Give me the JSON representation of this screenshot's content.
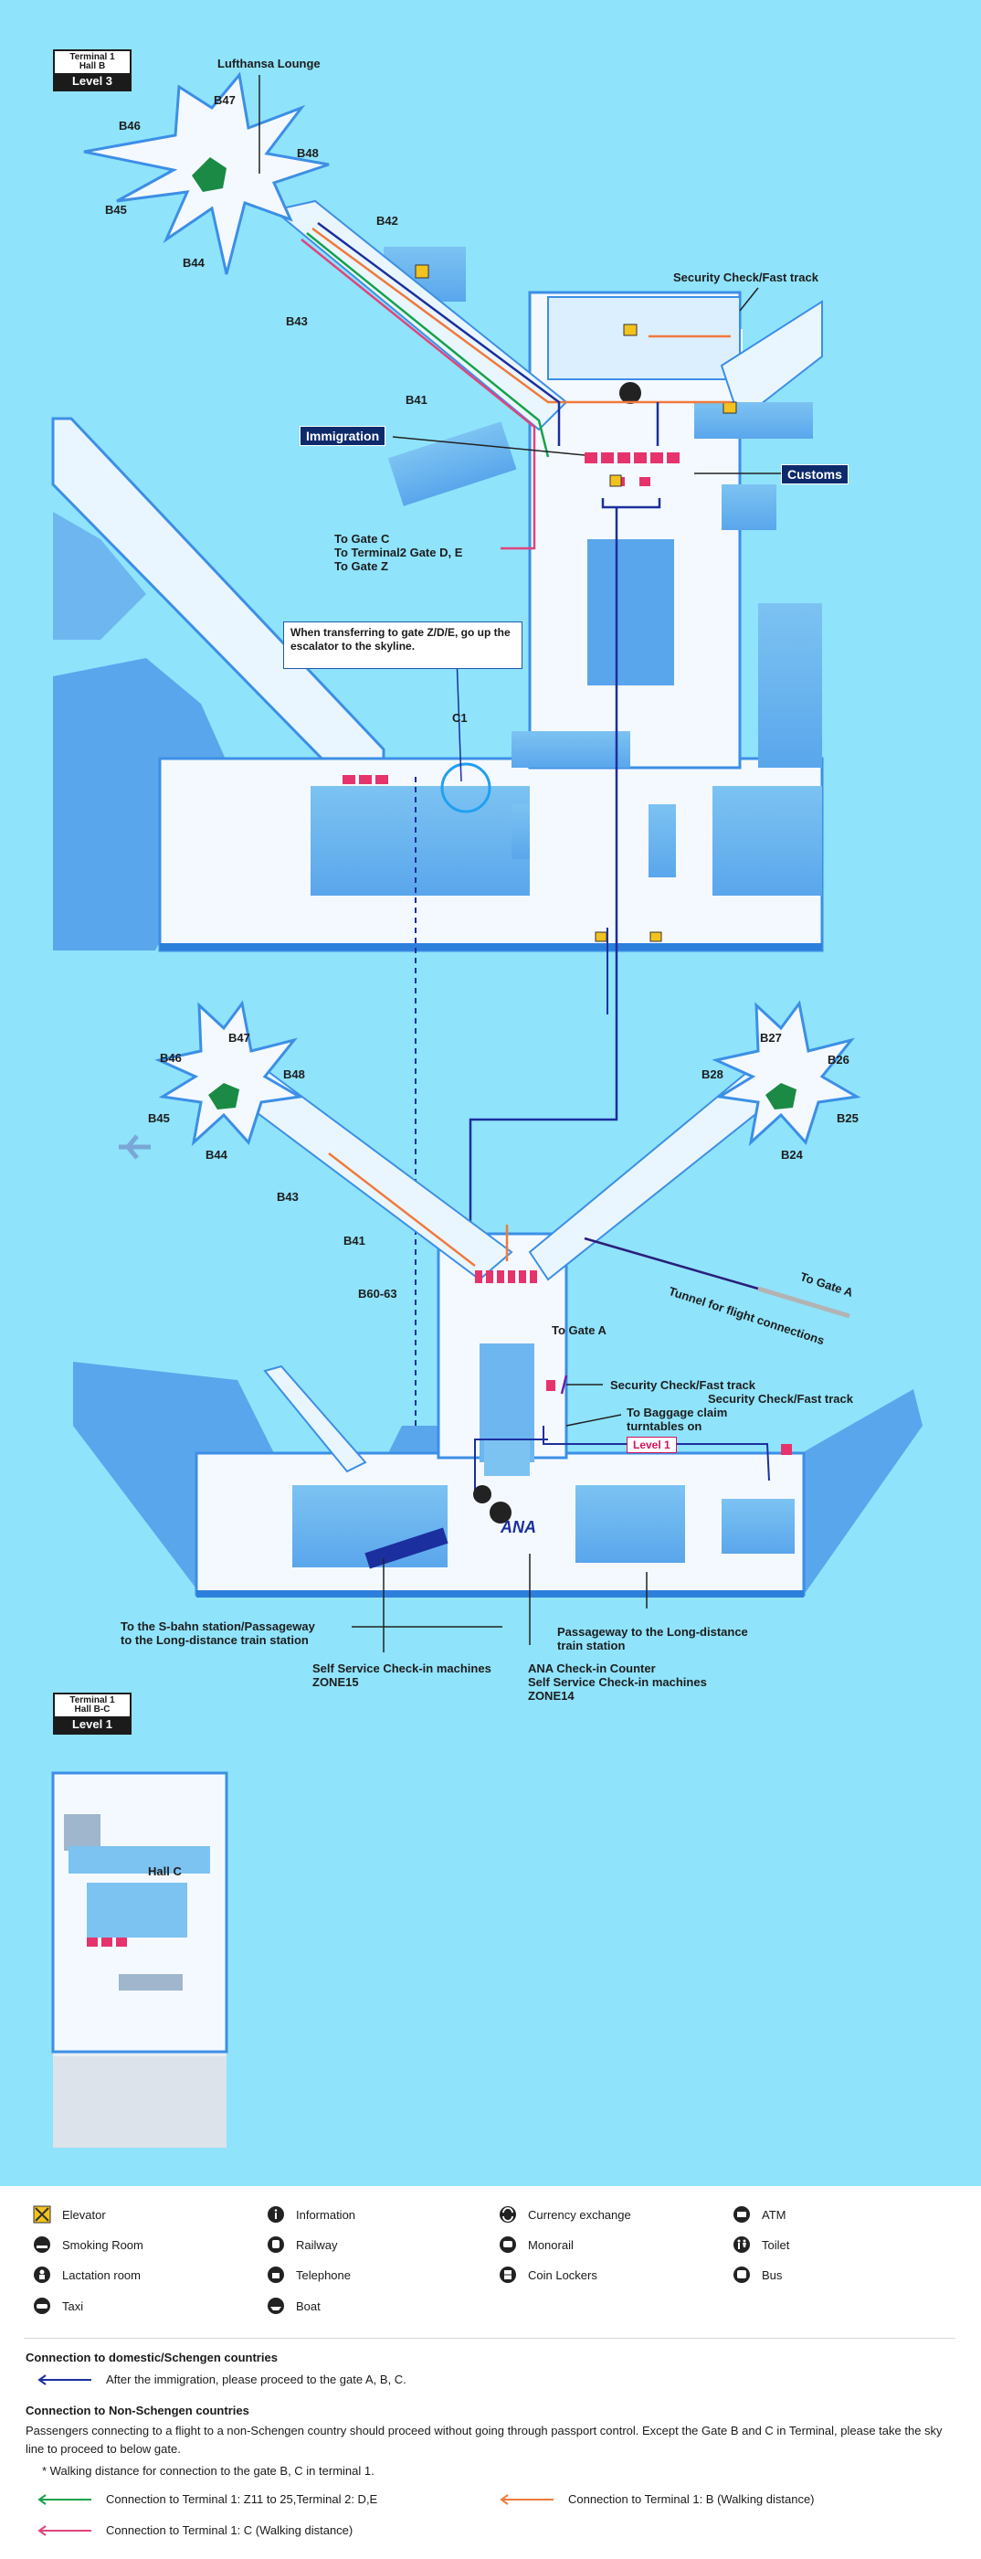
{
  "level3": {
    "badge_top": "Terminal 1\nHall B",
    "badge_level": "Level 3",
    "lounge": "Lufthansa Lounge",
    "gates": [
      "B47",
      "B46",
      "B48",
      "B45",
      "B44",
      "B42",
      "B43",
      "B41",
      "C1"
    ],
    "security": "Security Check/Fast track",
    "immigration": "Immigration",
    "customs": "Customs",
    "to_gates": "To Gate C\nTo Terminal2 Gate D, E\nTo Gate Z",
    "note": "When transferring to gate Z/D/E, go up the escalator to the skyline."
  },
  "level1": {
    "gates_left": [
      "B47",
      "B46",
      "B48",
      "B45",
      "B44",
      "B43",
      "B41",
      "B60-63"
    ],
    "gates_right": [
      "B27",
      "B28",
      "B26",
      "B25",
      "B24"
    ],
    "to_gate_a_right": "To Gate A",
    "tunnel": "Tunnel for flight connections",
    "to_gate_a": "To Gate A",
    "security1": "Security Check/Fast track",
    "security2": "Security Check/Fast track",
    "baggage": "To Baggage claim\nturntables on",
    "level1_tag": "Level 1",
    "sbahn": "To the S-bahn station/Passageway\nto the Long-distance train station",
    "passageway": "Passageway to the Long-distance\ntrain station",
    "zone15": "Self Service Check-in machines\nZONE15",
    "zone14": "ANA Check-in Counter\nSelf Service Check-in machines\nZONE14",
    "ana": "ANA"
  },
  "hallc": {
    "badge_top": "Terminal 1\nHall B-C",
    "badge_level": "Level 1",
    "label": "Hall C"
  },
  "legend": {
    "icons": [
      {
        "name": "elevator-icon",
        "label": "Elevator"
      },
      {
        "name": "information-icon",
        "label": "Information"
      },
      {
        "name": "currency-exchange-icon",
        "label": "Currency exchange"
      },
      {
        "name": "atm-icon",
        "label": "ATM"
      },
      {
        "name": "smoking-room-icon",
        "label": "Smoking Room"
      },
      {
        "name": "railway-icon",
        "label": "Railway"
      },
      {
        "name": "monorail-icon",
        "label": "Monorail"
      },
      {
        "name": "toilet-icon",
        "label": "Toilet"
      },
      {
        "name": "lactation-room-icon",
        "label": "Lactation room"
      },
      {
        "name": "telephone-icon",
        "label": "Telephone"
      },
      {
        "name": "coin-lockers-icon",
        "label": "Coin Lockers"
      },
      {
        "name": "bus-icon",
        "label": "Bus"
      },
      {
        "name": "taxi-icon",
        "label": "Taxi"
      },
      {
        "name": "boat-icon",
        "label": "Boat"
      }
    ],
    "schengen_title": "Connection to domestic/Schengen countries",
    "schengen_line": "After the immigration, please proceed to the gate A, B, C.",
    "non_schengen_title": "Connection to Non-Schengen countries",
    "non_schengen_text": "Passengers connecting to a flight to a non-Schengen country should proceed without going through passport control. Except the Gate B and C in Terminal, please take the sky line to proceed to below gate.",
    "walking_note": "*  Walking distance for connection to the gate B, C in terminal 1.",
    "line_green": "Connection to Terminal 1: Z11 to 25,Terminal 2: D,E",
    "line_orange": "Connection to Terminal 1: B (Walking distance)",
    "line_pink": "Connection to Terminal 1: C (Walking distance)",
    "colors": {
      "blue": "#1b2f9e",
      "green": "#15a34a",
      "orange": "#f07a3c",
      "pink": "#e0447c"
    }
  }
}
